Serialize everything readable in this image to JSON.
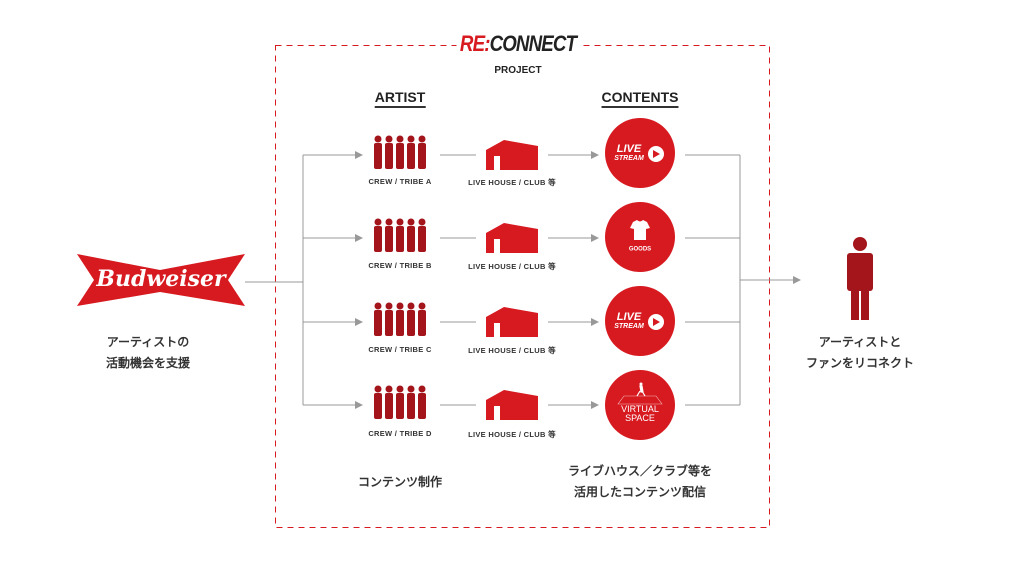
{
  "title": {
    "re": "RE:",
    "connect": "CONNECT",
    "subtitle": "PROJECT"
  },
  "headers": {
    "artist": "ARTIST",
    "contents": "CONTENTS"
  },
  "brand": {
    "logo_text": "Budweiser",
    "caption_line1": "アーティストの",
    "caption_line2": "活動機会を支援"
  },
  "rows": [
    {
      "crew": "CREW / TRIBE A",
      "venue": "LIVE HOUSE / CLUB 等",
      "content_line1": "LIVE",
      "content_line2": "STREAM",
      "content_icon": "play-icon"
    },
    {
      "crew": "CREW / TRIBE B",
      "venue": "LIVE HOUSE / CLUB 等",
      "content_line1": "",
      "content_line2": "GOODS",
      "content_icon": "tshirt-icon"
    },
    {
      "crew": "CREW / TRIBE C",
      "venue": "LIVE HOUSE / CLUB 等",
      "content_line1": "LIVE",
      "content_line2": "STREAM",
      "content_icon": "play-icon"
    },
    {
      "crew": "CREW / TRIBE D",
      "venue": "LIVE HOUSE / CLUB 等",
      "content_line1": "VIRTUAL",
      "content_line2": "SPACE",
      "content_icon": "walking-person-icon"
    }
  ],
  "fan": {
    "caption_line1": "アーティストと",
    "caption_line2": "ファンをリコネクト"
  },
  "bottom": {
    "artist_note": "コンテンツ制作",
    "contents_note_line1": "ライブハウス／クラブ等を",
    "contents_note_line2": "活用したコンテンツ配信"
  },
  "colors": {
    "accent": "#d71920",
    "line": "#999999"
  }
}
